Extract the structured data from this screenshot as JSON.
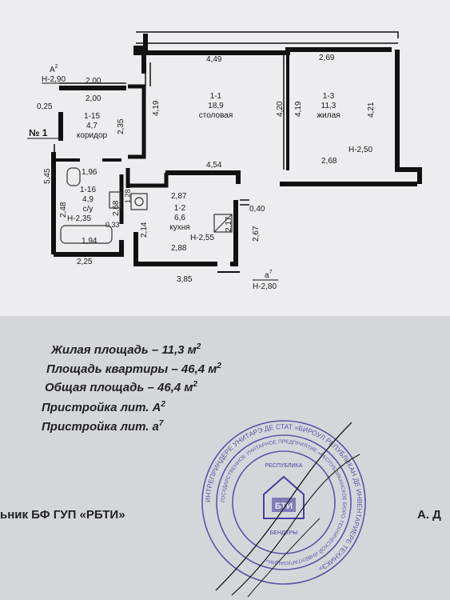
{
  "plan": {
    "walls": {
      "top_left": "2,00",
      "top_left_inner": "2,00",
      "small_wall": "0,25",
      "top_main_1": "4,49",
      "top_main_2": "2,69",
      "bottom_main_1": "4,54",
      "bottom_main_2": "2,68",
      "left_1_1": "4,19",
      "right_1_1": "4,20",
      "left_1_3": "4,19",
      "right_1_3": "4,21",
      "corridor_right": "2,35",
      "left_outer": "5,45",
      "bath_top": "1,96",
      "bath_left": "2,48",
      "bath_right": "2,68",
      "bath_bottom": "1,94",
      "bottom_left": "2,25",
      "kitchen_top": "2,87",
      "kitchen_left": "2,14",
      "kitchen_right": "2,17",
      "kitchen_bottom": "2,88",
      "kitchen_outer_right": "2,67",
      "kitchen_outer_top": "0,40",
      "bottom_total": "3,85",
      "sink_w": "0,33",
      "sink_h": "1,28"
    },
    "rooms": [
      {
        "id": "1-1",
        "area": "18,9",
        "name": "столовая"
      },
      {
        "id": "1-3",
        "area": "11,3",
        "name": "жилая"
      },
      {
        "id": "1-15",
        "area": "4,7",
        "name": "коридор"
      },
      {
        "id": "1-16",
        "area": "4,9",
        "name": "с/у"
      },
      {
        "id": "1-2",
        "area": "6,6",
        "name": "кухня"
      }
    ],
    "marks": {
      "a2_letter": "А",
      "a2_sup": "2",
      "a2_height": "Н-2,90",
      "apt_no": "№ 1",
      "h_1_3": "Н-2,50",
      "h_bath": "Н-2,35",
      "h_kitchen": "Н-2,55",
      "a7_letter": "а",
      "a7_sup": "7",
      "a7_height": "Н-2,80"
    }
  },
  "summary": {
    "living_label": "Жилая площадь – 11,3 м",
    "living_sup": "2",
    "apartment_label": "Площадь квартиры – 46,4 м",
    "apartment_sup": "2",
    "total_label": "Общая площадь – 46,4 м",
    "total_sup": "2",
    "annex1_label": "Пристройка  лит. А",
    "annex1_sup": "2",
    "annex2_label": "Пристройка  лит. а",
    "annex2_sup": "7"
  },
  "signature": {
    "title": "ьник БФ ГУП «РБТИ»",
    "name": "А. Д"
  },
  "stamp": {
    "outer_ring": "ИНТРЕПРИНДЕРЕ УНИТАРЭ ДЕ СТАТ «БИРОУЛ РЕПУБЛИКАН ДЕ ИНВЕНТАРИЕРЕ ТЕХНИКЭ»",
    "inner_ring": "ГОСУДАРСТВЕННОЕ УНИТАРНОЕ ПРЕДПРИЯТИЕ «РЕСПУБЛИКАНСКОЕ БЮРО ТЕХНИЧЕСКОЙ ИНВЕНТАРИЗАЦИИ»",
    "center_top": "РЕСПУБЛИКА",
    "center_bottom": "БЕНДЕРЫ",
    "emblem_text": "БТИ",
    "ink_color": "#4a3fa0"
  }
}
